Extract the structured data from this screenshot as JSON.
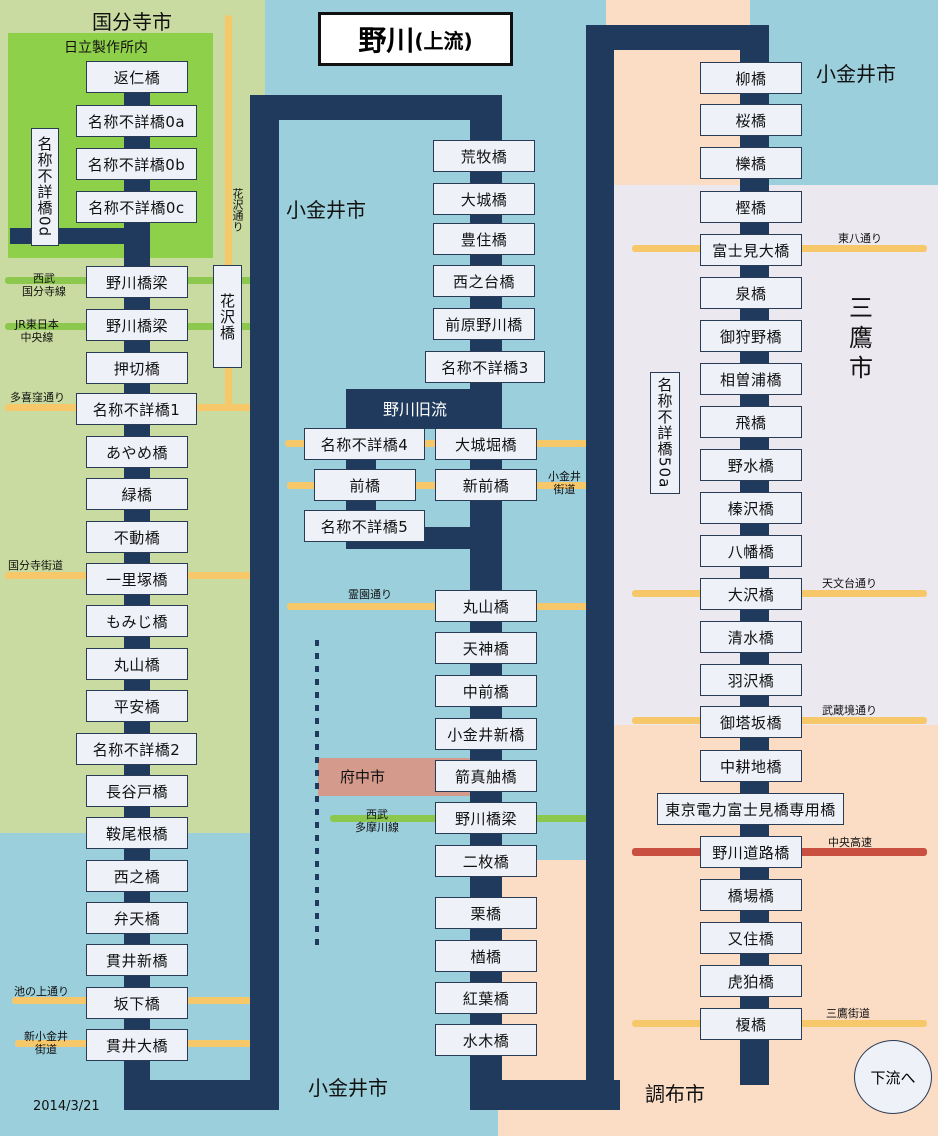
{
  "title": {
    "main": "野川",
    "sub": "(上流)"
  },
  "date": "2014/3/21",
  "downstream_button": "下流へ",
  "cities": {
    "kokubunji": "国分寺市",
    "koganei_mid": "小金井市",
    "koganei_bottom": "小金井市",
    "koganei_right": "小金井市",
    "mitaka": [
      "三",
      "鷹",
      "市"
    ],
    "chofu": "調布市",
    "fuchu": "府中市"
  },
  "hitachi_label": "日立製作所内",
  "old_river_label": "野川旧流",
  "roads": {
    "seibu_kokubunji": "西武\n国分寺線",
    "jr_chuo": "JR東日本\n中央線",
    "takikubo": "多喜窪通り",
    "kokubunji_kaido": "国分寺街道",
    "ikenoue": "池の上通り",
    "shinkoganei": "新小金井\n街道",
    "hanazawa": "花沢通り",
    "koganei_kaido": "小金井\n街道",
    "reien": "霊園通り",
    "seibu_tamagawa": "西武\n多摩川線",
    "higashihachi": "東八通り",
    "tenmondai": "天文台通り",
    "musashisakai": "武蔵境通り",
    "chuo_kosoku": "中央高速",
    "mitaka_kaido": "三鷹街道"
  },
  "colors": {
    "river": "#1f3a5c",
    "water_bg": "#9ccfdc",
    "kokubunji_bg": "#c9dba0",
    "hitachi_bg": "#8fd04a",
    "mitaka_bg": "#ebe8ef",
    "chofu_bg": "#fbdcc4",
    "fuchu_bg": "#d49a8c",
    "road_yellow": "#f7c86a",
    "rail_green": "#8bc84d",
    "highway_red": "#c95040"
  },
  "bridges": {
    "left": [
      "返仁橋",
      "名称不詳橋0a",
      "名称不詳橋0b",
      "名称不詳橋0c",
      "野川橋梁",
      "野川橋梁",
      "押切橋",
      "名称不詳橋1",
      "あやめ橋",
      "緑橋",
      "不動橋",
      "一里塚橋",
      "もみじ橋",
      "丸山橋",
      "平安橋",
      "名称不詳橋2",
      "長谷戸橋",
      "鞍尾根橋",
      "西之橋",
      "弁天橋",
      "貫井新橋",
      "坂下橋",
      "貫井大橋"
    ],
    "left_vertical": {
      "odd": "名称不詳橋0d",
      "hanazawa": "花沢橋"
    },
    "middle": [
      "荒牧橋",
      "大城橋",
      "豊住橋",
      "西之台橋",
      "前原野川橋",
      "名称不詳橋3",
      "大城堀橋",
      "新前橋",
      "丸山橋",
      "天神橋",
      "中前橋",
      "小金井新橋",
      "箭真舳橋",
      "野川橋梁",
      "二枚橋",
      "栗橋",
      "楢橋",
      "紅葉橋",
      "水木橋"
    ],
    "old_river": [
      "名称不詳橋4",
      "前橋",
      "名称不詳橋5"
    ],
    "right": [
      "柳橋",
      "桜橋",
      "櫟橋",
      "樫橋",
      "富士見大橋",
      "泉橋",
      "御狩野橋",
      "相曽浦橋",
      "飛橋",
      "野水橋",
      "榛沢橋",
      "八幡橋",
      "大沢橋",
      "清水橋",
      "羽沢橋",
      "御塔坂橋",
      "中耕地橋",
      "東京電力富士見橋専用橋",
      "野川道路橋",
      "橋場橋",
      "又住橋",
      "虎狛橋",
      "榎橋"
    ],
    "right_vertical": "名称不詳橋50a"
  }
}
